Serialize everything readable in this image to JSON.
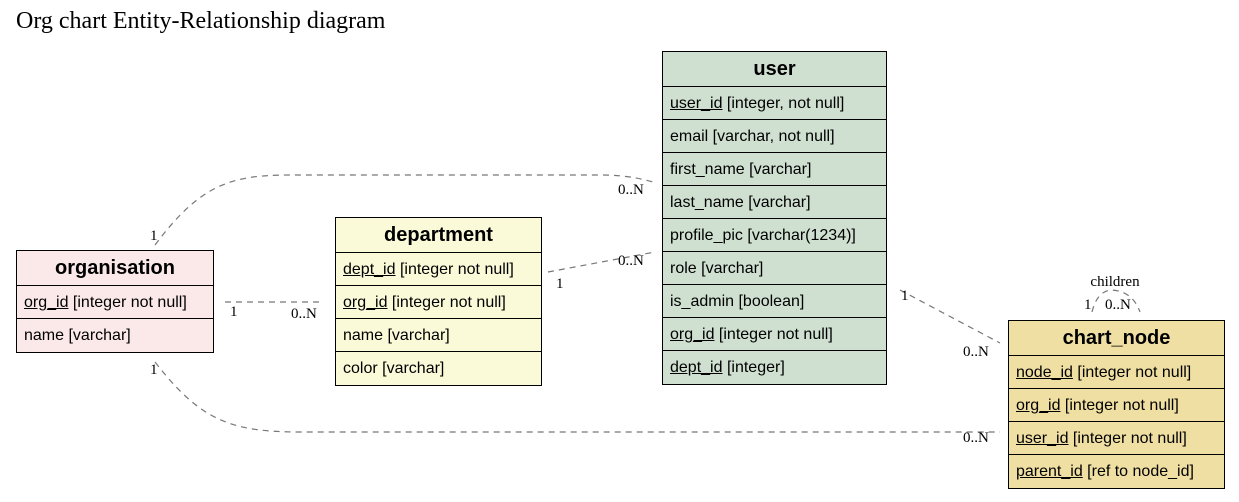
{
  "title": "Org chart Entity-Relationship diagram",
  "entities": {
    "organisation": {
      "name": "organisation",
      "color": "#fbe9e9",
      "rows": [
        {
          "key": "org_id",
          "rest": " [integer not null]"
        },
        {
          "key": "",
          "rest": "name [varchar]"
        }
      ]
    },
    "department": {
      "name": "department",
      "color": "#fafad9",
      "rows": [
        {
          "key": "dept_id",
          "rest": " [integer not null]"
        },
        {
          "key": "org_id",
          "rest": " [integer not null]"
        },
        {
          "key": "",
          "rest": "name [varchar]"
        },
        {
          "key": "",
          "rest": "color [varchar]"
        }
      ]
    },
    "user": {
      "name": "user",
      "color": "#cfe0d1",
      "rows": [
        {
          "key": "user_id",
          "rest": " [integer, not null]"
        },
        {
          "key": "",
          "rest": "email [varchar, not null]"
        },
        {
          "key": "",
          "rest": "first_name [varchar]"
        },
        {
          "key": "",
          "rest": "last_name [varchar]"
        },
        {
          "key": "",
          "rest": "profile_pic [varchar(1234)]"
        },
        {
          "key": "",
          "rest": "role [varchar]"
        },
        {
          "key": "",
          "rest": "is_admin [boolean]"
        },
        {
          "key": "org_id",
          "rest": " [integer not null]"
        },
        {
          "key": "dept_id",
          "rest": " [integer]"
        }
      ]
    },
    "chart_node": {
      "name": "chart_node",
      "color": "#f0dfa2",
      "rows": [
        {
          "key": "node_id",
          "rest": " [integer not null]"
        },
        {
          "key": "org_id",
          "rest": " [integer not null]"
        },
        {
          "key": "user_id",
          "rest": " [integer not null]"
        },
        {
          "key": "parent_id",
          "rest": " [ref to node_id]"
        }
      ]
    }
  },
  "relationships": [
    {
      "from": "organisation",
      "to": "user",
      "from_card": "1",
      "to_card": "0..N"
    },
    {
      "from": "organisation",
      "to": "department",
      "from_card": "1",
      "to_card": "0..N"
    },
    {
      "from": "department",
      "to": "user",
      "from_card": "1",
      "to_card": "0..N"
    },
    {
      "from": "user",
      "to": "chart_node",
      "from_card": "1",
      "to_card": "0..N"
    },
    {
      "from": "organisation",
      "to": "chart_node",
      "from_card": "1",
      "to_card": "0..N"
    },
    {
      "from": "chart_node",
      "to": "chart_node",
      "from_card": "1",
      "to_card": "0..N",
      "label": "children"
    }
  ],
  "edge_color": "#777777"
}
